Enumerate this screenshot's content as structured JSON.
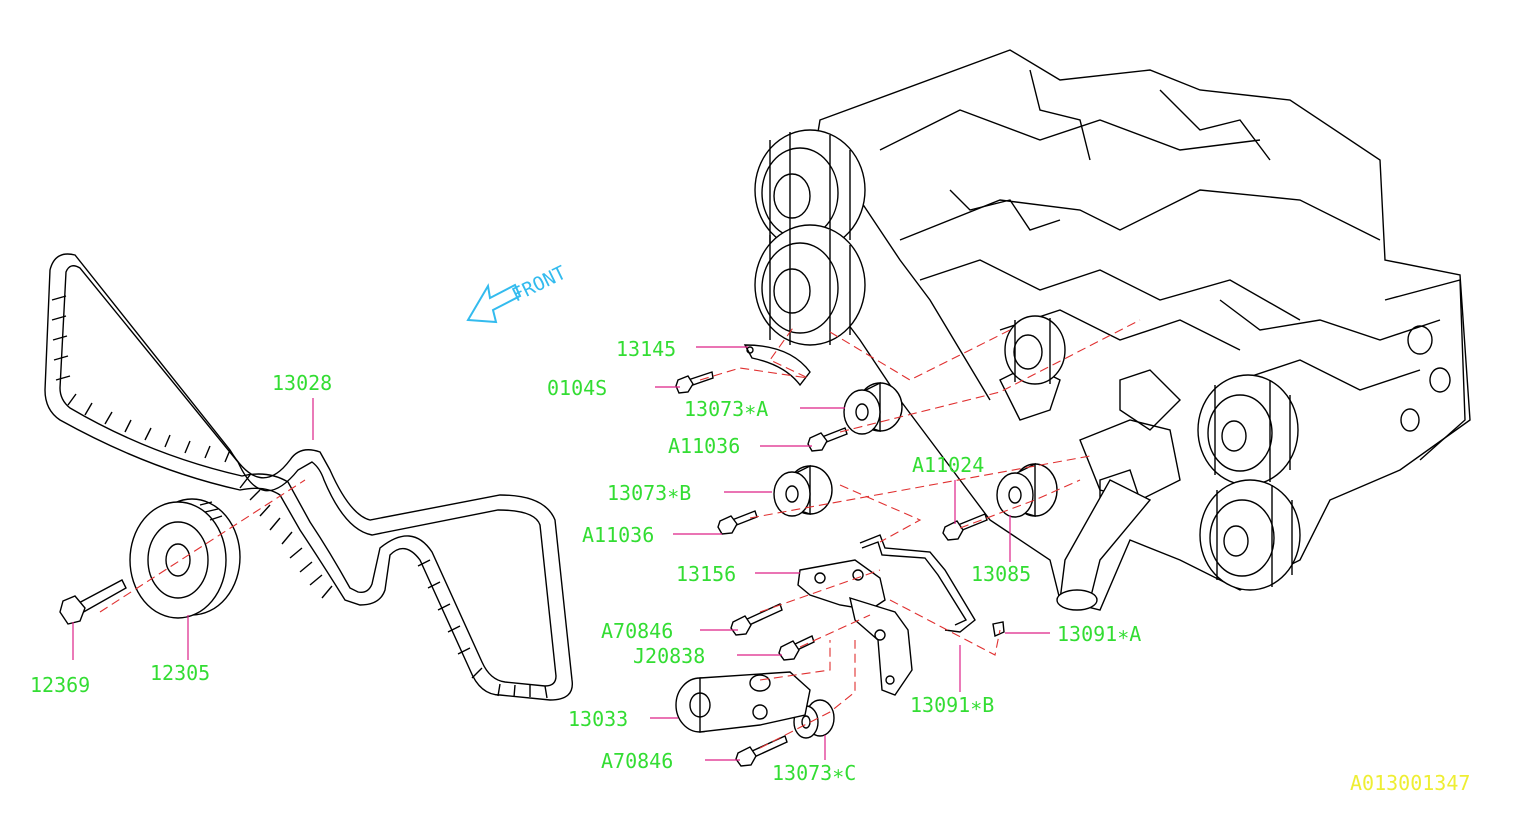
{
  "diagram": {
    "front_label": "FRONT",
    "drawing_code": "A013001347",
    "colors": {
      "label": "#33dd33",
      "leader": "#dd2288",
      "centerline": "#e03030",
      "front": "#33bbee",
      "code": "#eeee33"
    },
    "parts": [
      {
        "id": "p13145",
        "label": "13145"
      },
      {
        "id": "p0104S",
        "label": "0104S"
      },
      {
        "id": "p13073A",
        "label": "13073∗A"
      },
      {
        "id": "pA11036a",
        "label": "A11036"
      },
      {
        "id": "p13073B",
        "label": "13073∗B"
      },
      {
        "id": "pA11036b",
        "label": "A11036"
      },
      {
        "id": "pA11024",
        "label": "A11024"
      },
      {
        "id": "p13085",
        "label": "13085"
      },
      {
        "id": "p13156",
        "label": "13156"
      },
      {
        "id": "pA70846a",
        "label": "A70846"
      },
      {
        "id": "pJ20838",
        "label": "J20838"
      },
      {
        "id": "p13091A",
        "label": "13091∗A"
      },
      {
        "id": "p13091B",
        "label": "13091∗B"
      },
      {
        "id": "p13033",
        "label": "13033"
      },
      {
        "id": "pA70846b",
        "label": "A70846"
      },
      {
        "id": "p13073C",
        "label": "13073∗C"
      },
      {
        "id": "p13028",
        "label": "13028"
      },
      {
        "id": "p12369",
        "label": "12369"
      },
      {
        "id": "p12305",
        "label": "12305"
      }
    ]
  }
}
